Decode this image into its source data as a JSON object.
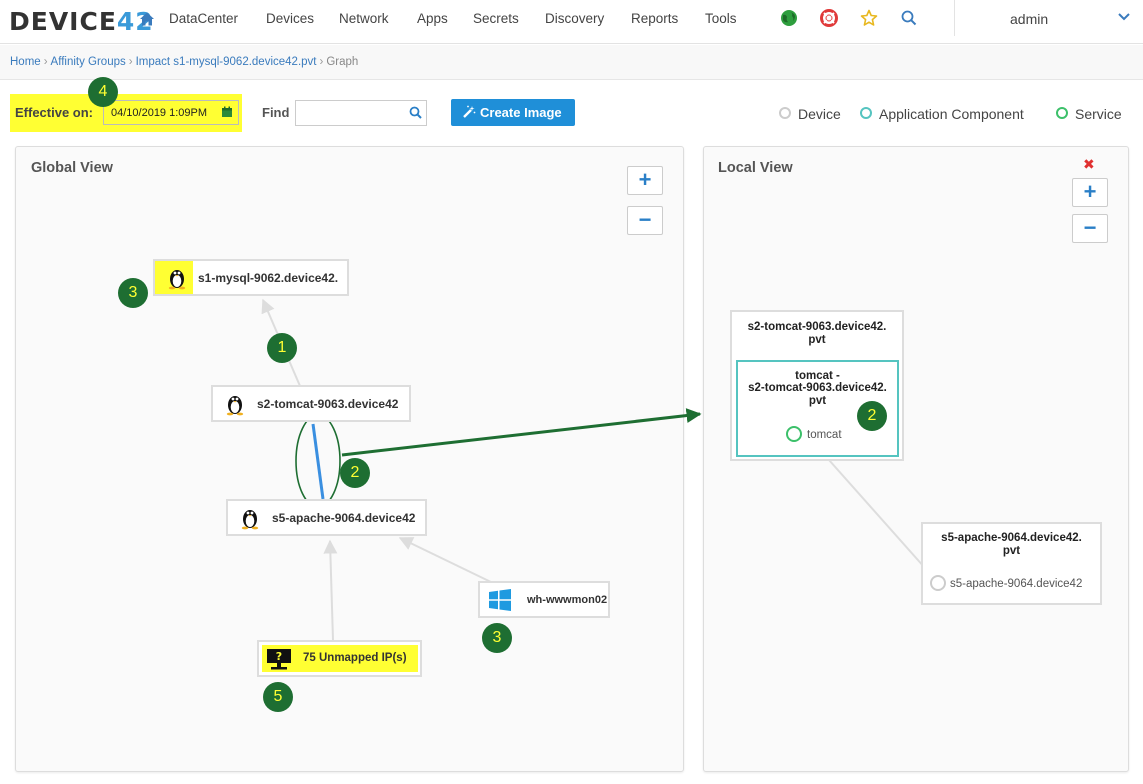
{
  "app": {
    "logo_main": "DEVICE",
    "logo_accent": "42"
  },
  "nav": {
    "items": [
      "DataCenter",
      "Devices",
      "Network",
      "Apps",
      "Secrets",
      "Discovery",
      "Reports",
      "Tools"
    ],
    "user": "admin"
  },
  "breadcrumb": {
    "items": [
      "Home",
      "Affinity Groups",
      "Impact s1-mysql-9062.device42.pvt"
    ],
    "current": "Graph"
  },
  "toolbar": {
    "effective_label": "Effective on:",
    "effective_value": "04/10/2019 1:09PM",
    "find_label": "Find",
    "find_value": "",
    "find_placeholder": "",
    "create_image_label": "Create Image"
  },
  "legend": {
    "items": [
      {
        "label": "Device",
        "color": "#cccccc"
      },
      {
        "label": "Application Component",
        "color": "#55c4c0"
      },
      {
        "label": "Service",
        "color": "#3cc06a"
      }
    ]
  },
  "global_view": {
    "title": "Global View",
    "zoom_in": "+",
    "zoom_out": "−",
    "nodes": {
      "mysql": "s1-mysql-9062.device42.",
      "tomcat": "s2-tomcat-9063.device42",
      "apache": "s5-apache-9064.device42",
      "windows": "wh-wwwmon02",
      "unmapped": "75 Unmapped IP(s)"
    }
  },
  "local_view": {
    "title": "Local View",
    "zoom_in": "+",
    "zoom_out": "−",
    "close": "✖",
    "tomcat_device": {
      "line1": "s2-tomcat-9063.device42.",
      "line2": "pvt"
    },
    "tomcat_component": {
      "line1": "tomcat -",
      "line2": "s2-tomcat-9063.device42.",
      "line3": "pvt",
      "service": "tomcat"
    },
    "apache_device": {
      "line1": "s5-apache-9064.device42.",
      "line2": "pvt",
      "service": "s5-apache-9064.device42"
    }
  },
  "annotations": {
    "b1": "1",
    "b2a": "2",
    "b2b": "2",
    "b3a": "3",
    "b3b": "3",
    "b4": "4",
    "b5": "5"
  },
  "colors": {
    "accent": "#3a9ad9",
    "button": "#1f8fd8",
    "highlight": "#ffff33",
    "badge": "#1e6e32",
    "arrow": "#1e6e32",
    "edge_highlight": "#3a8fe0",
    "close": "#e03030"
  }
}
